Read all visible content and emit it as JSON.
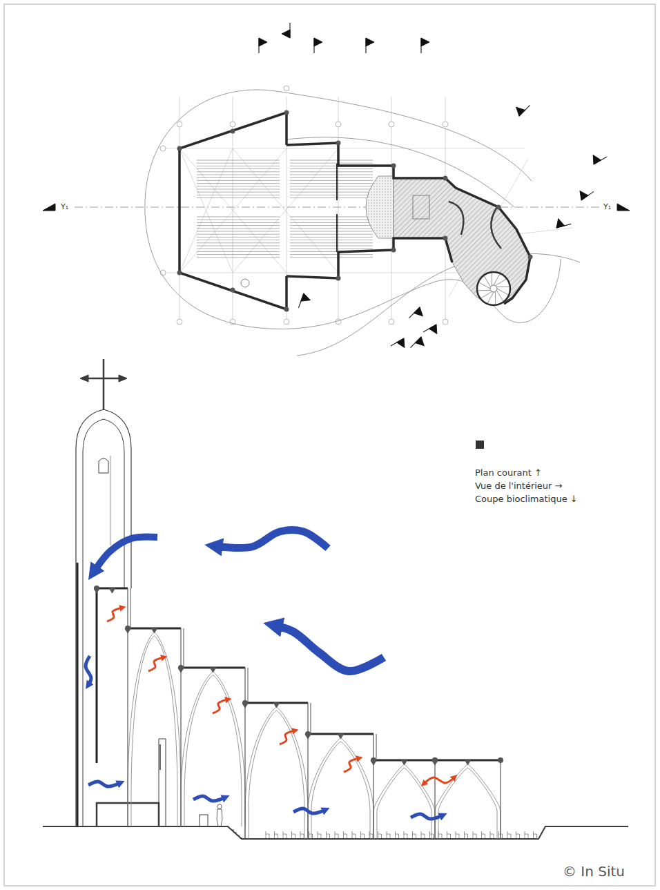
{
  "diagram": {
    "labels": [
      "Y₁",
      "Y₁",
      "Plan courant ↑",
      "Vue de l'intérieur →",
      "Coupe bioclimatique ↓",
      "© In Situ"
    ]
  }
}
